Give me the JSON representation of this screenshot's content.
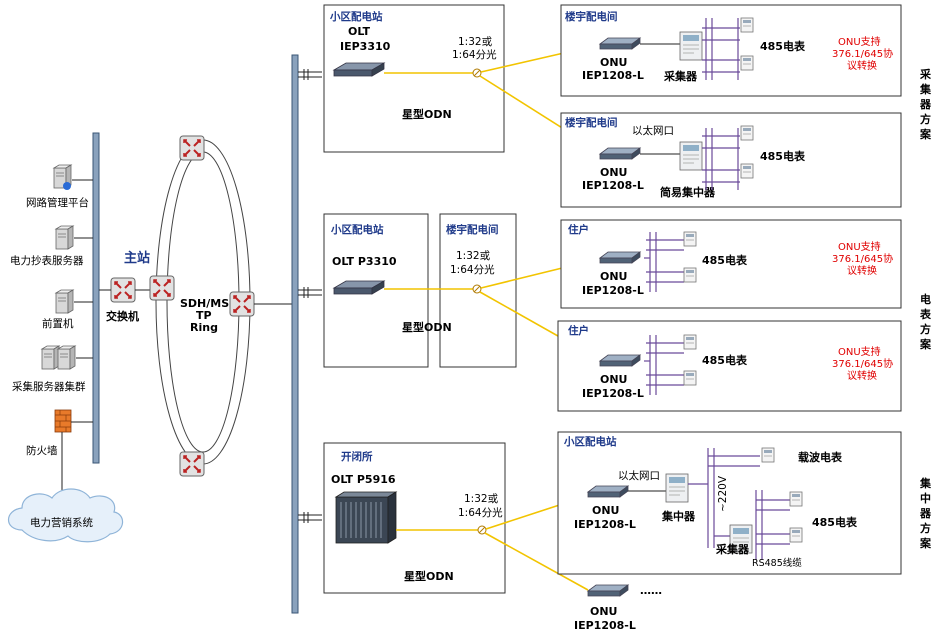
{
  "left": {
    "nms": "网路管理平台",
    "meter_server": "电力抄表服务器",
    "front": "前置机",
    "collect_cluster": "采集服务器集群",
    "firewall": "防火墙",
    "marketing": "电力营销系统",
    "master": "主站",
    "switch": "交换机",
    "ring_l1": "SDH/MS",
    "ring_l2": "TP",
    "ring_l3": "Ring"
  },
  "s1": {
    "station": "小区配电站",
    "olt": "OLT",
    "olt_model": "IEP3310",
    "split1": "1:32或",
    "split2": "1:64分光",
    "odn": "星型ODN",
    "a_title": "楼宇配电间",
    "a_onu": "ONU",
    "a_model": "IEP1208-L",
    "a_collector": "采集器",
    "a_meter": "485电表",
    "a_red1": "ONU支持",
    "a_red2": "376.1/645协",
    "a_red3": "议转换",
    "b_title": "楼宇配电间",
    "b_eth": "以太网口",
    "b_onu": "ONU",
    "b_model": "IEP1208-L",
    "b_conc": "简易集中器",
    "b_meter": "485电表",
    "side": [
      "采",
      "集",
      "器",
      "方",
      "案"
    ]
  },
  "s2": {
    "station": "小区配电站",
    "olt": "OLT P3310",
    "mid_title": "楼宇配电间",
    "split1": "1:32或",
    "split2": "1:64分光",
    "odn": "星型ODN",
    "a_title": "住户",
    "a_onu": "ONU",
    "a_model": "IEP1208-L",
    "a_meter": "485电表",
    "a_red1": "ONU支持",
    "a_red2": "376.1/645协",
    "a_red3": "议转换",
    "b_title": "住户",
    "b_onu": "ONU",
    "b_model": "IEP1208-L",
    "b_meter": "485电表",
    "b_red1": "ONU支持",
    "b_red2": "376.1/645协",
    "b_red3": "议转换",
    "side": [
      "电",
      "表",
      "方",
      "案"
    ]
  },
  "s3": {
    "station": "开闭所",
    "olt": "OLT P5916",
    "split1": "1:32或",
    "split2": "1:64分光",
    "odn": "星型ODN",
    "right_title": "小区配电站",
    "eth": "以太网口",
    "onu": "ONU",
    "model": "IEP1208-L",
    "conc": "集中器",
    "v220": "~220V",
    "carrier": "载波电表",
    "meter485": "485电表",
    "collector": "采集器",
    "rs485": "RS485线缆",
    "onu2": "ONU",
    "model2": "IEP1208-L",
    "ellipsis": "……",
    "side": [
      "集",
      "中",
      "器",
      "方",
      "案"
    ]
  }
}
